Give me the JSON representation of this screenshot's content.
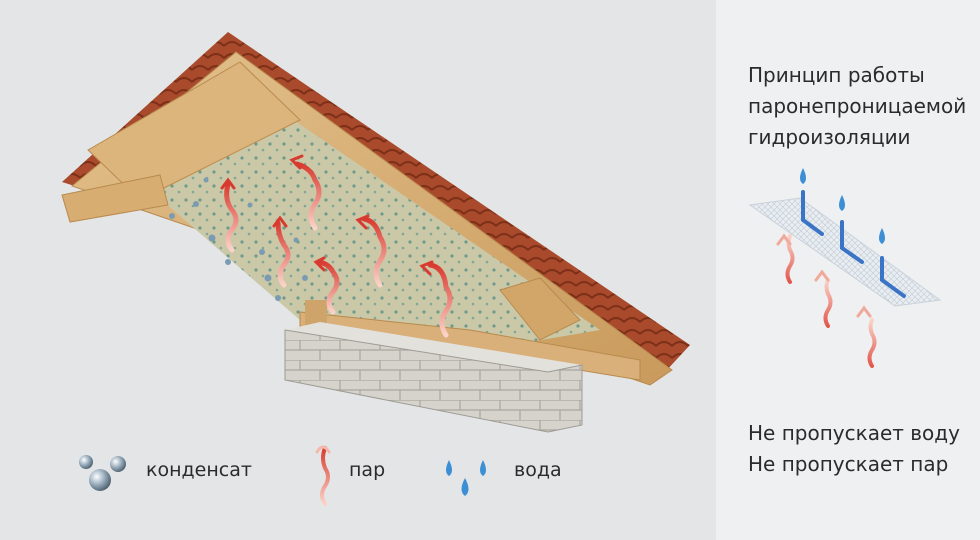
{
  "title_lines": [
    "Принцип работы",
    "паронепроницаемой",
    "гидроизоляции"
  ],
  "legend": [
    {
      "label": "конденсат",
      "icon": "condensate-icon"
    },
    {
      "label": "пар",
      "icon": "vapor-icon"
    },
    {
      "label": "вода",
      "icon": "water-drops-icon"
    }
  ],
  "properties": [
    "Не пропускает воду",
    "Не пропускает пар"
  ],
  "colors": {
    "water": "#3c8fd4",
    "vapor": "#e2574c",
    "wood": "#d9b47c",
    "roof_tile": "#a94a2c",
    "brick": "#d0cec9"
  }
}
